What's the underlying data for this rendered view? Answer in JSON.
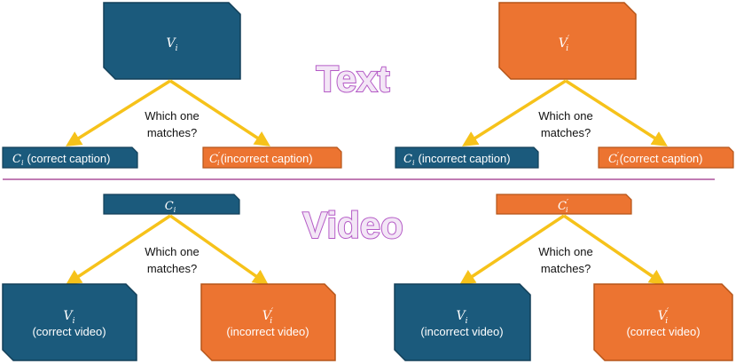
{
  "colors": {
    "blue": "#1b5a7c",
    "blue_edge": "#123f58",
    "orange": "#ec7431",
    "orange_edge": "#b55519",
    "arrow": "#f6c21a",
    "divider": "#9c2f88",
    "title_fill": "#f3e6f6",
    "title_stroke": "#b45ac6"
  },
  "text_section": {
    "title": "Text",
    "left": {
      "video_label": "V",
      "video_sub": "i",
      "question_line1": "Which one",
      "question_line2": "matches?",
      "option_a": {
        "math": "C",
        "sub": "i",
        "prime": "",
        "text": "(correct caption)"
      },
      "option_b": {
        "math": "C",
        "sub": "i",
        "prime": "′",
        "text": "(incorrect caption)"
      }
    },
    "right": {
      "video_label": "V",
      "video_sub": "i",
      "video_prime": "′",
      "question_line1": "Which one",
      "question_line2": "matches?",
      "option_a": {
        "math": "C",
        "sub": "i",
        "prime": "",
        "text": "(incorrect caption)"
      },
      "option_b": {
        "math": "C",
        "sub": "i",
        "prime": "′",
        "text": "(correct caption)"
      }
    }
  },
  "video_section": {
    "title": "Video",
    "left": {
      "caption_label": "C",
      "caption_sub": "i",
      "question_line1": "Which one",
      "question_line2": "matches?",
      "option_a": {
        "math": "V",
        "sub": "i",
        "prime": "",
        "text": "(correct video)"
      },
      "option_b": {
        "math": "V",
        "sub": "i",
        "prime": "′",
        "text": "(incorrect video)"
      }
    },
    "right": {
      "caption_label": "C",
      "caption_sub": "i",
      "caption_prime": "′",
      "question_line1": "Which one",
      "question_line2": "matches?",
      "option_a": {
        "math": "V",
        "sub": "i",
        "prime": "",
        "text": "(incorrect video)"
      },
      "option_b": {
        "math": "V",
        "sub": "i",
        "prime": "′",
        "text": "(correct video)"
      }
    }
  }
}
